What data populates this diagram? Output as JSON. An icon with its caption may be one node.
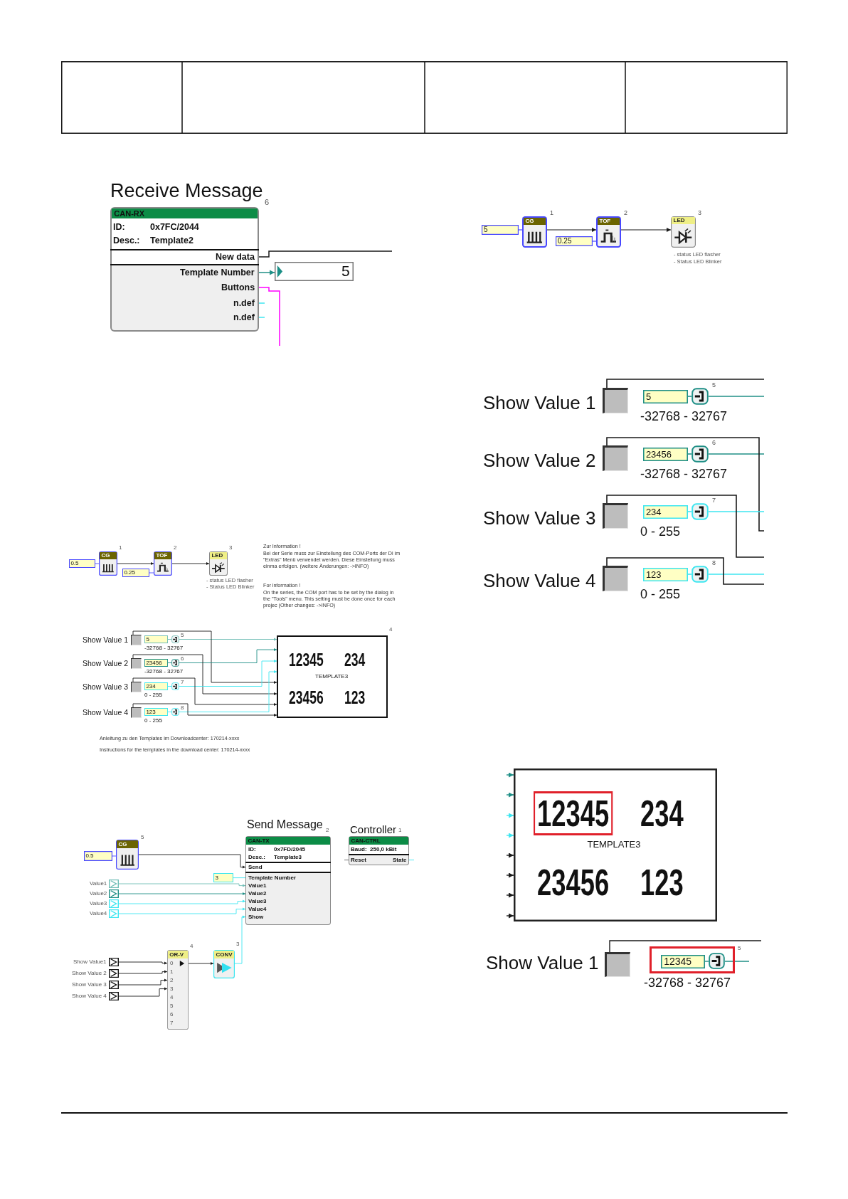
{
  "diagram": {
    "nodes": [
      {
        "text": [
          "Receive Message",
          "CAN-RX",
          "ID:",
          "0x7FC/2044",
          "Desc.:",
          "Template2",
          "New data",
          "Template Number",
          "Buttons",
          "n.def",
          "n.def"
        ],
        "beside": [
          "6"
        ]
      },
      {
        "text": [
          "5"
        ]
      },
      {
        "text": [
          "5"
        ]
      },
      {
        "text": [
          "CG"
        ],
        "beside": [
          "1"
        ]
      },
      {
        "text": [
          "0.25"
        ]
      },
      {
        "text": [
          "TOF"
        ],
        "beside": [
          "2"
        ]
      },
      {
        "text": [
          "LED"
        ],
        "beside": [
          "3",
          "- status LED flasher",
          "- Status LED Blinker"
        ]
      },
      {
        "text": [
          "0.5"
        ]
      },
      {
        "text": [
          "CG"
        ],
        "beside": [
          "1"
        ]
      },
      {
        "text": [
          "0.25"
        ]
      },
      {
        "text": [
          "TOF"
        ],
        "beside": [
          "2"
        ]
      },
      {
        "text": [
          "LED"
        ],
        "beside": [
          "3",
          "- status LED flasher",
          "- Status LED Blinker"
        ]
      },
      {
        "text": [],
        "shape": "box",
        "beside": [
          "Show Value 1"
        ]
      },
      {
        "text": [
          "5"
        ],
        "beside": [
          "-32768 - 32767"
        ]
      },
      {
        "text": [],
        "shape": "box",
        "beside": [
          "5"
        ]
      },
      {
        "text": [],
        "shape": "box",
        "beside": [
          "Show Value 2"
        ]
      },
      {
        "text": [
          "23456"
        ],
        "beside": [
          "-32768 - 32767"
        ]
      },
      {
        "text": [],
        "shape": "box",
        "beside": [
          "6"
        ]
      },
      {
        "text": [],
        "shape": "box",
        "beside": [
          "Show Value 3"
        ]
      },
      {
        "text": [
          "234"
        ],
        "beside": [
          "0 - 255"
        ]
      },
      {
        "text": [],
        "shape": "box",
        "beside": [
          "7"
        ]
      },
      {
        "text": [],
        "shape": "box",
        "beside": [
          "Show Value 4"
        ]
      },
      {
        "text": [
          "123"
        ],
        "beside": [
          "0 - 255"
        ]
      },
      {
        "text": [],
        "shape": "box",
        "beside": [
          "8"
        ]
      },
      {
        "text": [
          "12345",
          "234",
          "TEMPLATE3",
          "23456",
          "123"
        ],
        "beside": [
          "4"
        ]
      },
      {
        "text": [],
        "shape": "box",
        "beside": [
          "Show Value 1"
        ]
      },
      {
        "text": [
          "5"
        ],
        "beside": [
          "-32768 - 32767"
        ]
      },
      {
        "text": [],
        "shape": "box",
        "beside": [
          "5"
        ]
      },
      {
        "text": [],
        "shape": "box",
        "beside": [
          "Show Value 2"
        ]
      },
      {
        "text": [
          "23456"
        ],
        "beside": [
          "-32768 - 32767"
        ]
      },
      {
        "text": [],
        "shape": "box",
        "beside": [
          "6"
        ]
      },
      {
        "text": [],
        "shape": "box",
        "beside": [
          "Show Value 3"
        ]
      },
      {
        "text": [
          "234"
        ],
        "beside": [
          "0 - 255"
        ]
      },
      {
        "text": [],
        "shape": "box",
        "beside": [
          "7"
        ]
      },
      {
        "text": [],
        "shape": "box",
        "beside": [
          "Show Value 4"
        ]
      },
      {
        "text": [
          "123"
        ],
        "beside": [
          "0 - 255"
        ]
      },
      {
        "text": [],
        "shape": "box",
        "beside": [
          "8"
        ]
      },
      {
        "text": [
          "12345",
          "234",
          "TEMPLATE3",
          "23456",
          "123"
        ]
      },
      {
        "text": [],
        "shape": "box",
        "beside": [
          "Show Value 1"
        ]
      },
      {
        "text": [
          "12345"
        ],
        "beside": [
          "-32768 - 32767"
        ]
      },
      {
        "text": [],
        "shape": "box",
        "beside": [
          "5"
        ]
      },
      {
        "text": [
          "0.5"
        ]
      },
      {
        "text": [
          "CG"
        ],
        "beside": [
          "5"
        ]
      },
      {
        "text": [
          "Send Message",
          "CAN-TX",
          "ID:",
          "0x7FD/2045",
          "Desc.:",
          "Template3",
          "Send",
          "Template Number",
          "Value1",
          "Value2",
          "Value3",
          "Value4",
          "Show"
        ],
        "beside": [
          "2"
        ]
      },
      {
        "text": [
          "3"
        ]
      },
      {
        "text": [],
        "shape": "box",
        "beside": [
          "Value1"
        ]
      },
      {
        "text": [],
        "shape": "box",
        "beside": [
          "Value2"
        ]
      },
      {
        "text": [],
        "shape": "box",
        "beside": [
          "Value3"
        ]
      },
      {
        "text": [],
        "shape": "box",
        "beside": [
          "Value4"
        ]
      },
      {
        "text": [],
        "shape": "box",
        "beside": [
          "Show Value1"
        ]
      },
      {
        "text": [],
        "shape": "box",
        "beside": [
          "Show Value 2"
        ]
      },
      {
        "text": [],
        "shape": "box",
        "beside": [
          "Show Value 3"
        ]
      },
      {
        "text": [],
        "shape": "box",
        "beside": [
          "Show Value 4"
        ]
      },
      {
        "text": [
          "OR-V",
          "0",
          "1",
          "2",
          "3",
          "4",
          "5",
          "6",
          "7"
        ],
        "beside": [
          "4"
        ]
      },
      {
        "text": [
          "CONV"
        ],
        "beside": [
          "3"
        ]
      },
      {
        "text": [
          "Controller",
          "CAN-CTRL",
          "Baud:",
          "250,0 kBit",
          "Reset",
          "State"
        ],
        "beside": [
          "1"
        ]
      }
    ],
    "edges": [
      {
        "from": 0,
        "to": 1,
        "arrow": "to",
        "color": "#1f8f86"
      },
      {
        "from": 0,
        "to": null,
        "arrow": "none"
      },
      {
        "from": 0,
        "to": null,
        "arrow": "none",
        "color": "#ff00ff"
      },
      {
        "from": 0,
        "to": null,
        "arrow": "none",
        "color": "#3ee6f0"
      },
      {
        "from": 0,
        "to": null,
        "arrow": "none",
        "color": "#3ee6f0"
      },
      {
        "from": 2,
        "to": 3,
        "arrow": "none",
        "color": "#4848ff"
      },
      {
        "from": 3,
        "to": 5,
        "arrow": "to"
      },
      {
        "from": 4,
        "to": 5,
        "arrow": "none",
        "color": "#4848ff"
      },
      {
        "from": 5,
        "to": 6,
        "arrow": "to"
      },
      {
        "from": 7,
        "to": 8,
        "arrow": "none",
        "color": "#4848ff"
      },
      {
        "from": 8,
        "to": 10,
        "arrow": "to"
      },
      {
        "from": 9,
        "to": 10,
        "arrow": "none",
        "color": "#4848ff"
      },
      {
        "from": 10,
        "to": 11,
        "arrow": "to"
      },
      {
        "from": 13,
        "to": 14,
        "arrow": "none",
        "color": "#6fbdb6"
      },
      {
        "from": 14,
        "to": 24,
        "arrow": "to",
        "color": "#6fbdb6"
      },
      {
        "from": 12,
        "to": 24,
        "arrow": "to"
      },
      {
        "from": 16,
        "to": 17,
        "arrow": "none",
        "color": "#1f8f86"
      },
      {
        "from": 17,
        "to": 24,
        "arrow": "to",
        "color": "#1f8f86"
      },
      {
        "from": 15,
        "to": 24,
        "arrow": "to"
      },
      {
        "from": 19,
        "to": 20,
        "arrow": "none",
        "color": "#3ee6f0"
      },
      {
        "from": 20,
        "to": 24,
        "arrow": "to",
        "color": "#3ee6f0"
      },
      {
        "from": 18,
        "to": 24,
        "arrow": "to"
      },
      {
        "from": 22,
        "to": 23,
        "arrow": "none",
        "color": "#3ee6f0"
      },
      {
        "from": 23,
        "to": 24,
        "arrow": "to",
        "color": "#3ee6f0"
      },
      {
        "from": 21,
        "to": 24,
        "arrow": "to"
      },
      {
        "from": 26,
        "to": 27,
        "arrow": "none",
        "color": "#1f8f86"
      },
      {
        "from": 27,
        "to": null,
        "arrow": "none",
        "color": "#1f8f86"
      },
      {
        "from": 25,
        "to": null,
        "arrow": "none"
      },
      {
        "from": 29,
        "to": 30,
        "arrow": "none",
        "color": "#1f8f86"
      },
      {
        "from": 30,
        "to": null,
        "arrow": "none",
        "color": "#1f8f86"
      },
      {
        "from": 28,
        "to": null,
        "arrow": "none"
      },
      {
        "from": 32,
        "to": 33,
        "arrow": "none",
        "color": "#3ee6f0"
      },
      {
        "from": 33,
        "to": null,
        "arrow": "none",
        "color": "#3ee6f0"
      },
      {
        "from": 31,
        "to": null,
        "arrow": "none"
      },
      {
        "from": 35,
        "to": 36,
        "arrow": "none",
        "color": "#3ee6f0"
      },
      {
        "from": 36,
        "to": null,
        "arrow": "none",
        "color": "#3ee6f0"
      },
      {
        "from": 34,
        "to": null,
        "arrow": "none"
      },
      {
        "from": null,
        "to": 37,
        "arrow": "to",
        "color": "#1f8f86"
      },
      {
        "from": null,
        "to": 37,
        "arrow": "to",
        "color": "#1f8f86"
      },
      {
        "from": null,
        "to": 37,
        "arrow": "to",
        "color": "#3ee6f0"
      },
      {
        "from": null,
        "to": 37,
        "arrow": "to",
        "color": "#3ee6f0"
      },
      {
        "from": null,
        "to": 37,
        "arrow": "to"
      },
      {
        "from": null,
        "to": 37,
        "arrow": "to"
      },
      {
        "from": null,
        "to": 37,
        "arrow": "to"
      },
      {
        "from": null,
        "to": 37,
        "arrow": "to"
      },
      {
        "from": 38,
        "to": null,
        "arrow": "none"
      },
      {
        "from": 39,
        "to": 40,
        "arrow": "none",
        "color": "#1f8f86"
      },
      {
        "from": 40,
        "to": null,
        "arrow": "none",
        "color": "#1f8f86"
      },
      {
        "from": 41,
        "to": 42,
        "arrow": "none",
        "color": "#4848ff"
      },
      {
        "from": 42,
        "to": 43,
        "arrow": "to"
      },
      {
        "from": 44,
        "to": 43,
        "arrow": "none",
        "color": "#3ee6f0"
      },
      {
        "from": 45,
        "to": 43,
        "arrow": "to",
        "color": "#6fbdb6"
      },
      {
        "from": 46,
        "to": 43,
        "arrow": "to",
        "color": "#1f8f86"
      },
      {
        "from": 47,
        "to": 43,
        "arrow": "to",
        "color": "#3ee6f0"
      },
      {
        "from": 48,
        "to": 43,
        "arrow": "to",
        "color": "#3ee6f0"
      },
      {
        "from": 49,
        "to": 53,
        "arrow": "to"
      },
      {
        "from": 50,
        "to": 53,
        "arrow": "to"
      },
      {
        "from": 51,
        "to": 53,
        "arrow": "to"
      },
      {
        "from": 52,
        "to": 53,
        "arrow": "to"
      },
      {
        "from": 53,
        "to": 54,
        "arrow": "to"
      },
      {
        "from": 54,
        "to": 43,
        "arrow": "to",
        "color": "#3ee6f0"
      },
      {
        "from": null,
        "to": 55,
        "arrow": "none",
        "color": "#666666"
      },
      {
        "from": 55,
        "to": null,
        "arrow": "none",
        "color": "#3ee6f0"
      }
    ],
    "labels": [
      "Zur Information !",
      "Bei der Serie muss zur Einstellung des COM-Ports der Di im \"Extras\" Menü verwendet werden. Diese Einstellung muss einma erfolgen. (weitere Änderungen: ->INFO)",
      "For information !",
      "On the series, the COM port has to be set by the dialog in the \"Tools\" menu. This setting must be done once for each projec (Other changes: ->INFO)",
      "Anleitung zu den Templates im Downloadcenter: 170214-xxxx",
      "Instructions for the templates in the download center: 170214-xxxx"
    ]
  }
}
